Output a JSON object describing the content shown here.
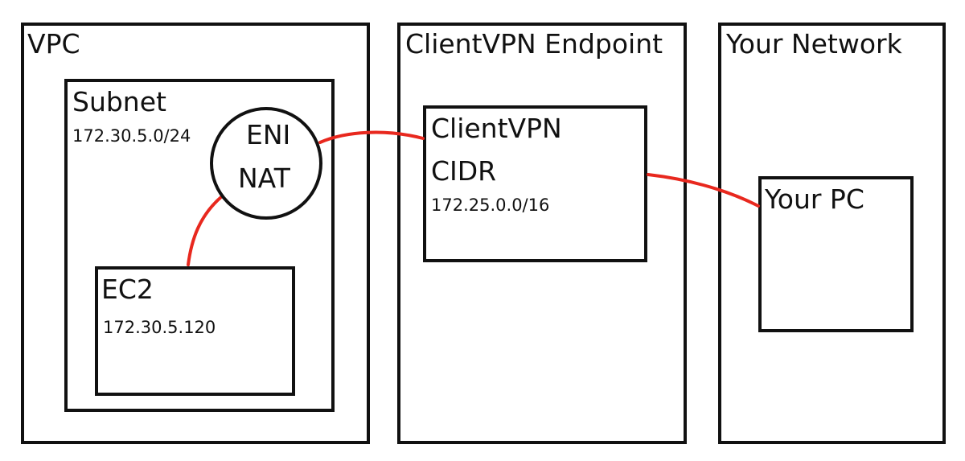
{
  "colors": {
    "border": "#111111",
    "connection": "#e8281e",
    "background": "#ffffff"
  },
  "vpc": {
    "label": "VPC",
    "subnet": {
      "label": "Subnet",
      "cidr": "172.30.5.0/24",
      "eni": {
        "line1": "ENI",
        "line2": "NAT"
      },
      "ec2": {
        "label": "EC2",
        "ip": "172.30.5.120"
      }
    }
  },
  "client_vpn": {
    "label": "ClientVPN Endpoint",
    "cidr_box": {
      "line1": "ClientVPN",
      "line2": "CIDR",
      "cidr": "172.25.0.0/16"
    }
  },
  "your_network": {
    "label": "Your Network",
    "pc": {
      "label": "Your PC"
    }
  }
}
